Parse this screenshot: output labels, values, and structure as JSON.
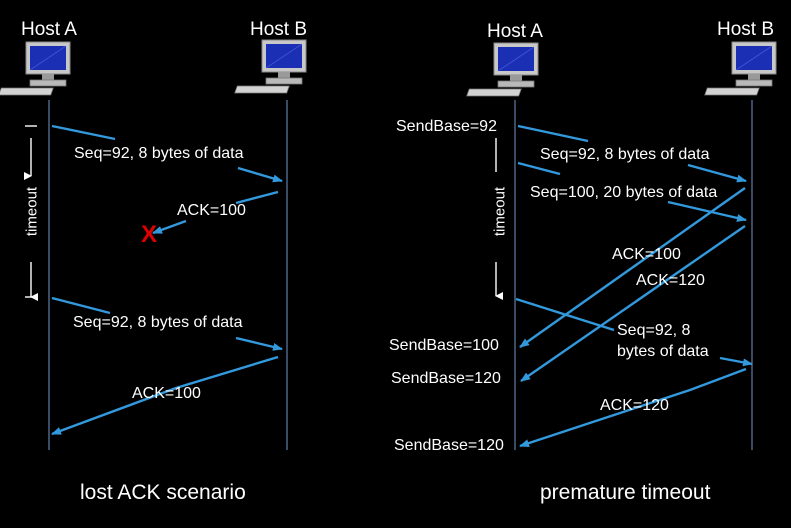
{
  "left": {
    "host_a": "Host A",
    "host_b": "Host B",
    "timeout": "timeout",
    "msg1": "Seq=92, 8 bytes of data",
    "ack1": "ACK=100",
    "lost_mark": "X",
    "msg2": "Seq=92, 8 bytes of data",
    "ack2": "ACK=100",
    "caption": "lost ACK scenario"
  },
  "right": {
    "host_a": "Host A",
    "host_b": "Host B",
    "timeout": "timeout",
    "sendbase1": "SendBase=92",
    "msg1": "Seq=92, 8 bytes of data",
    "msg2": "Seq=100, 20 bytes of data",
    "ack1": "ACK=100",
    "ack2": "ACK=120",
    "msg3_line1": "Seq=92,  8",
    "msg3_line2": "bytes of data",
    "sendbase2": "SendBase=100",
    "sendbase3": "SendBase=120",
    "ack3": "ACK=120",
    "sendbase4": "SendBase=120",
    "caption": "premature timeout"
  },
  "colors": {
    "arrow": "#3399dd",
    "timeline": "#5f7fa8",
    "lost": "#e00000"
  },
  "icons": [
    "computer-icon"
  ]
}
